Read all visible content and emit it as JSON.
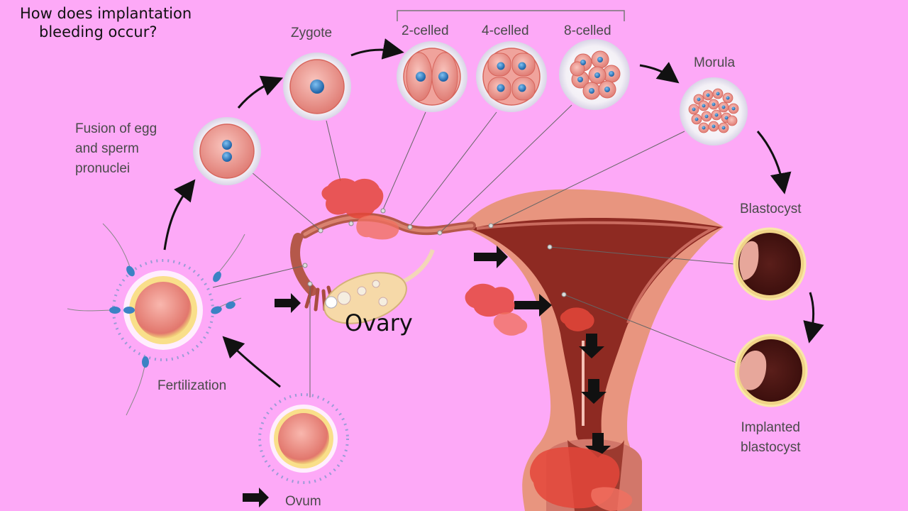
{
  "title": {
    "line1": "How does implantation",
    "line2": "bleeding occur?"
  },
  "labels": {
    "zygote": "Zygote",
    "two_celled": "2-celled",
    "four_celled": "4-celled",
    "eight_celled": "8-celled",
    "morula": "Morula",
    "fusion_line1": "Fusion of egg",
    "fusion_line2": "and sperm",
    "fusion_line3": "pronuclei",
    "blastocyst": "Blastocyst",
    "implanted_line1": "Implanted",
    "implanted_line2": "blastocyst",
    "fertilization": "Fertilization",
    "ovum": "Ovum",
    "ovary": "Ovary"
  },
  "colors": {
    "background": "#fda9f7",
    "uterus_outer": "#e8957f",
    "uterus_inner": "#8e2a22",
    "cell": "#f2a5a0",
    "nucleus": "#3b82c4",
    "blood": "#e4463a",
    "arrow": "#111111"
  }
}
